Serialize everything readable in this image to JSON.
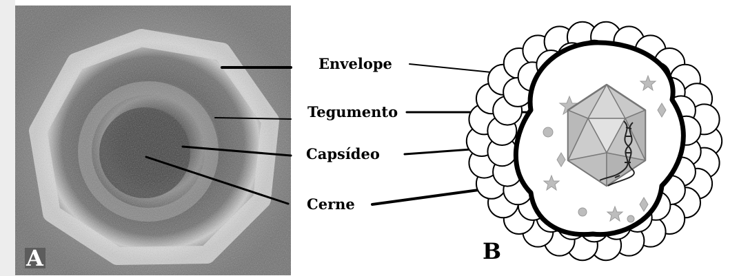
{
  "labels": {
    "envelope": "Envelope",
    "tegumento": "Tegumento",
    "capsideo": "Capsídeo",
    "cerne": "Cerne"
  },
  "panels": {
    "left": "A",
    "right": "B"
  }
}
